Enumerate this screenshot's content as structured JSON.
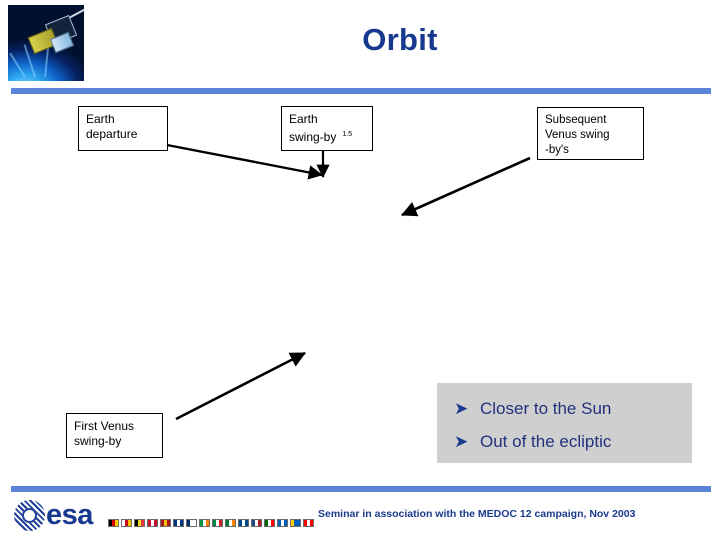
{
  "slide": {
    "title": "Orbit",
    "title_color": "#16388f",
    "rule_color": "#5b84d8",
    "background": "#ffffff"
  },
  "header": {
    "thumbnail_name": "satellite-over-sun-image"
  },
  "diagram": {
    "boxes": [
      {
        "name": "earth-departure",
        "text": "Earth\ndeparture",
        "superscript": ""
      },
      {
        "name": "earth-swing-by",
        "text": "Earth\nswing-by",
        "superscript": "1.5"
      },
      {
        "name": "subsequent-venus-swing-bys",
        "text": "Subsequent\nVenus swing\n-by's",
        "superscript": ""
      },
      {
        "name": "first-venus-swing-by",
        "text": "First Venus\nswing-by",
        "superscript": ""
      }
    ],
    "arrows": [
      {
        "name": "arrow-earth-departure-to-swing-by",
        "direction": "down-right"
      },
      {
        "name": "arrow-earth-swing-by-down",
        "direction": "down"
      },
      {
        "name": "arrow-subsequent-venus-down-left",
        "direction": "down-left"
      },
      {
        "name": "arrow-first-venus-up-right",
        "direction": "up-right"
      }
    ]
  },
  "bullets": {
    "panel_color": "#cfcfcf",
    "glyph": "➤",
    "text_color": "#21317e",
    "items": [
      {
        "label": "Closer to the Sun"
      },
      {
        "label": "Out of the ecliptic"
      }
    ]
  },
  "footer": {
    "logo_word": "esa",
    "text": "Seminar in association with the MEDOC 12 campaign, Nov 2003",
    "flag_colors": [
      "#000000",
      "#dd0000",
      "#ffce00",
      "#ffffff",
      "#c60b1e",
      "#ffc400",
      "#000000",
      "#fdda24",
      "#ef3340",
      "#c8102e",
      "#ffffff",
      "#c8102e",
      "#aa151b",
      "#f1bf00",
      "#aa151b",
      "#003580",
      "#ffffff",
      "#003580",
      "#002f6c",
      "#ffffff",
      "#ffffff",
      "#009a44",
      "#ffffff",
      "#ff8200",
      "#008c45",
      "#ffffff",
      "#cd212a",
      "#007a33",
      "#ffffff",
      "#ff8200",
      "#004b87",
      "#ffffff",
      "#004b87",
      "#21468b",
      "#ffffff",
      "#ae1c28",
      "#006600",
      "#ffffff",
      "#ff0000",
      "#005bbb",
      "#ffffff",
      "#005bbb",
      "#ffcd00",
      "#005eb8",
      "#005eb8",
      "#ff0000",
      "#ffffff",
      "#ff0000"
    ]
  }
}
